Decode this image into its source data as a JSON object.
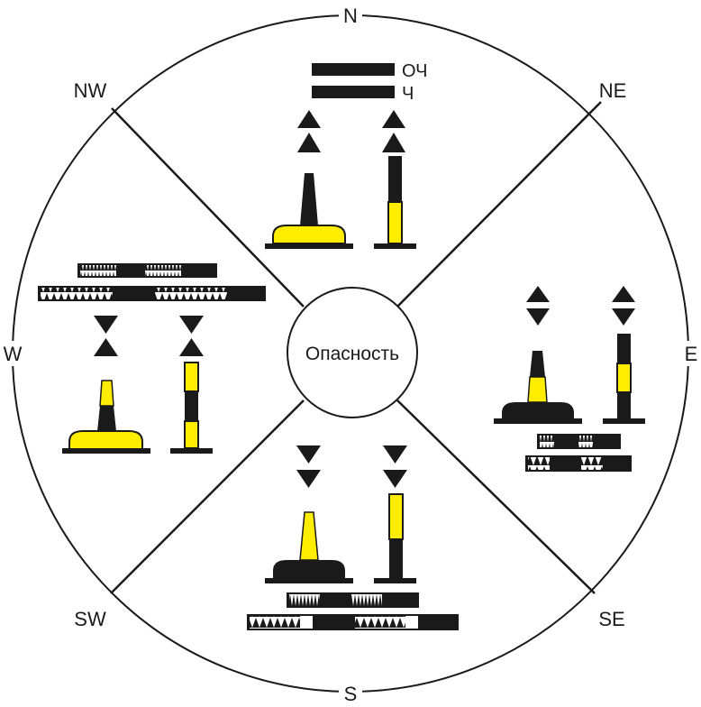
{
  "compass": {
    "n": "N",
    "ne": "NE",
    "e": "E",
    "se": "SE",
    "s": "S",
    "sw": "SW",
    "w": "W",
    "nw": "NW"
  },
  "center_label": "Опасность",
  "legend": {
    "very_quick": "ОЧ",
    "quick": "Ч"
  },
  "colors": {
    "yellow": "#FFED00",
    "black": "#1a1a1a",
    "white": "#ffffff"
  }
}
